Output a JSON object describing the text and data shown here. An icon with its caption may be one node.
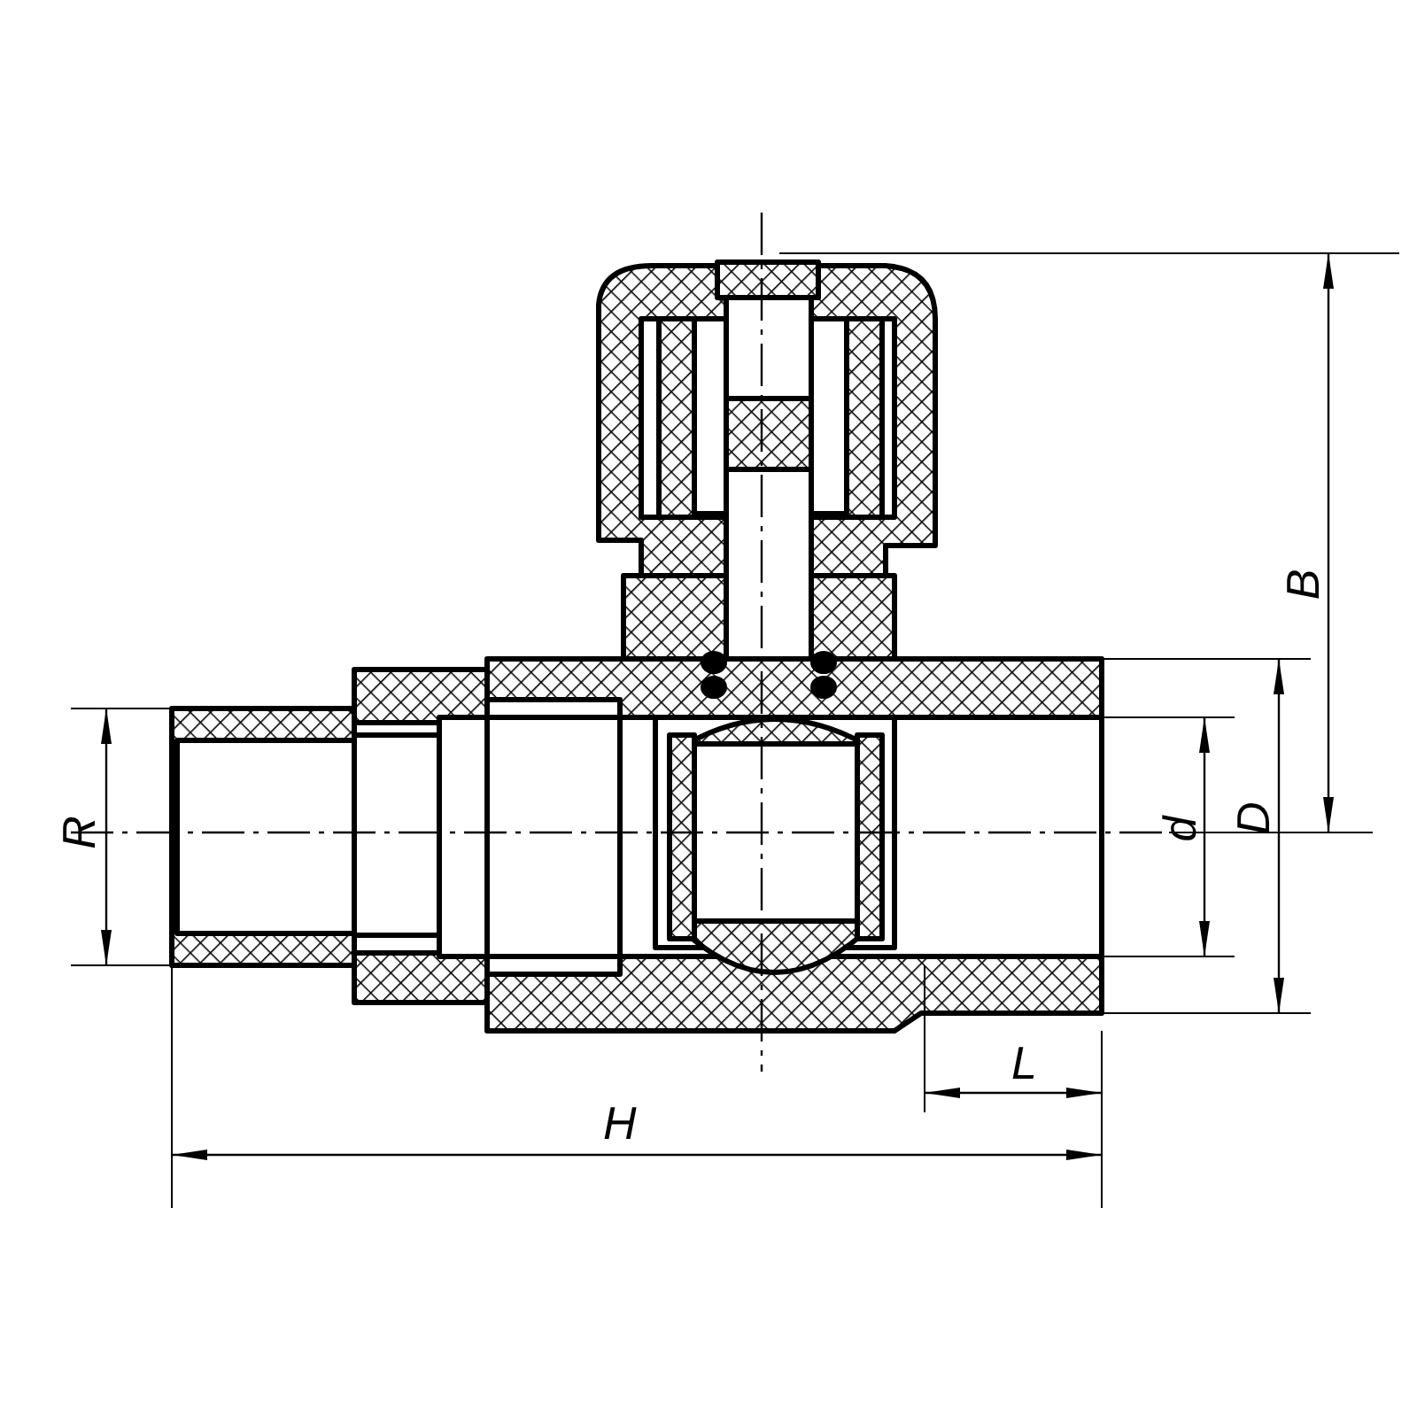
{
  "diagram": {
    "labels": [
      "B",
      "R",
      "d",
      "D",
      "L",
      "H"
    ]
  }
}
